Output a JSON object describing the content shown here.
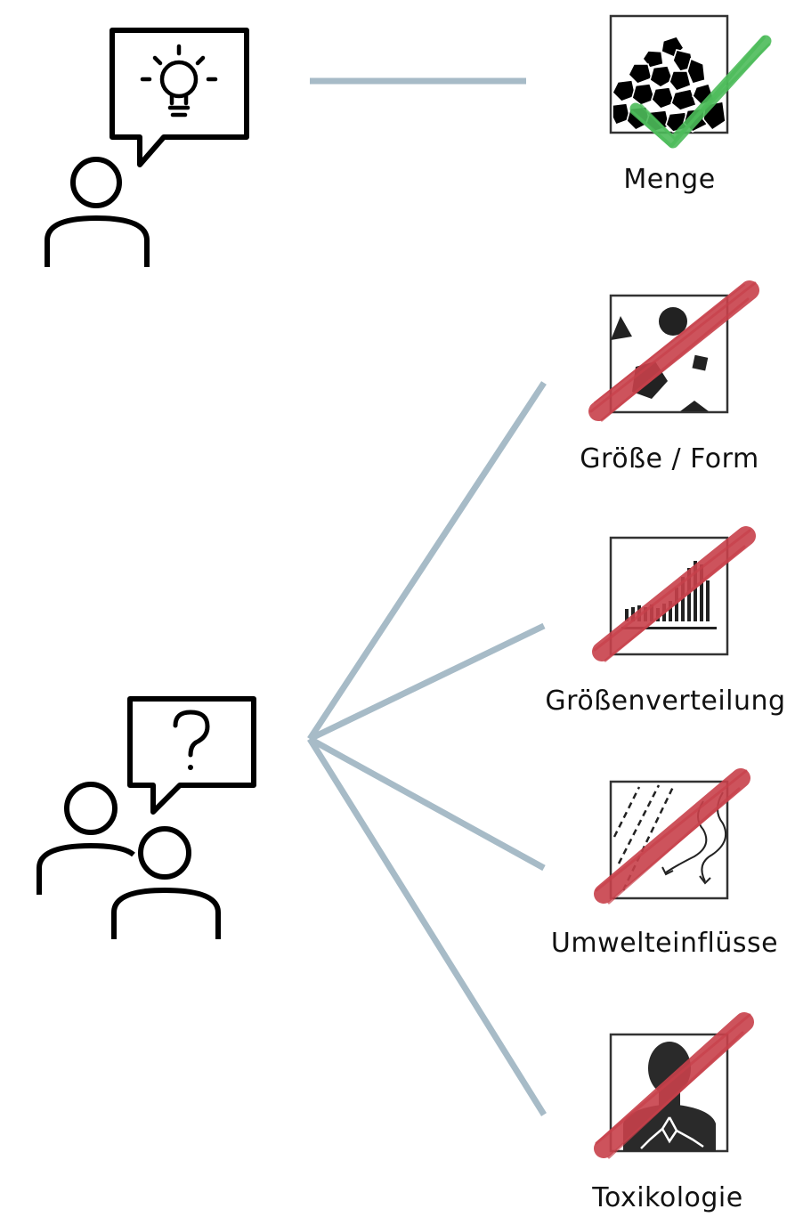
{
  "colors": {
    "connector": "#a7bbc7",
    "line": "#000000",
    "check": "#4cbb5a",
    "cross": "#c8404a",
    "icon_fill": "#222222"
  },
  "person_known": {
    "icon": "person-with-lightbulb-speech-icon"
  },
  "person_unknown": {
    "icon": "two-persons-with-question-speech-icon"
  },
  "items": [
    {
      "label": "Menge",
      "status": "known",
      "icon": "particle-heap-icon",
      "mark": "checkmark-icon"
    },
    {
      "label": "Größe / Form",
      "status": "unknown",
      "icon": "particle-shapes-icon",
      "mark": "cross-out-icon"
    },
    {
      "label": "Größenverteilung",
      "status": "unknown",
      "icon": "histogram-icon",
      "mark": "cross-out-icon"
    },
    {
      "label": "Umwelteinflüsse",
      "status": "unknown",
      "icon": "weather-influence-icon",
      "mark": "cross-out-icon"
    },
    {
      "label": "Toxikologie",
      "status": "unknown",
      "icon": "human-toxicology-icon",
      "mark": "cross-out-icon"
    }
  ]
}
